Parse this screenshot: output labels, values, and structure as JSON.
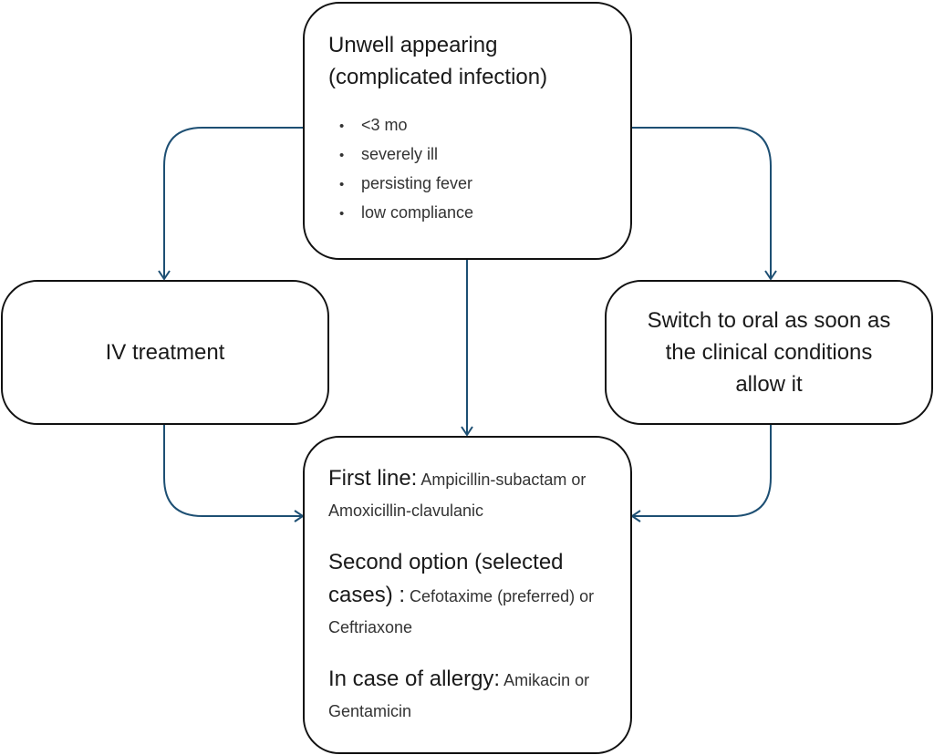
{
  "nodes": {
    "top": {
      "title_line1": "Unwell appearing",
      "title_line2": "(complicated infection)",
      "bullets": [
        "<3 mo",
        "severely ill",
        "persisting fever",
        "low compliance"
      ]
    },
    "left": {
      "label": "IV treatment"
    },
    "right": {
      "line1": "Switch to oral as soon as",
      "line2": "the clinical conditions",
      "line3": "allow it"
    },
    "bottom": {
      "first_line_head": "First line:",
      "first_line_body": " Ampicillin-subactam or Amoxicillin-clavulanic",
      "second_option_head": "Second option (selected cases) :",
      "second_option_body": " Cefotaxime (preferred) or Ceftriaxone",
      "allergy_head": "In case of allergy:",
      "allergy_body": " Amikacin or Gentamicin"
    }
  },
  "colors": {
    "connector": "#1d4f73",
    "border": "#111111"
  }
}
